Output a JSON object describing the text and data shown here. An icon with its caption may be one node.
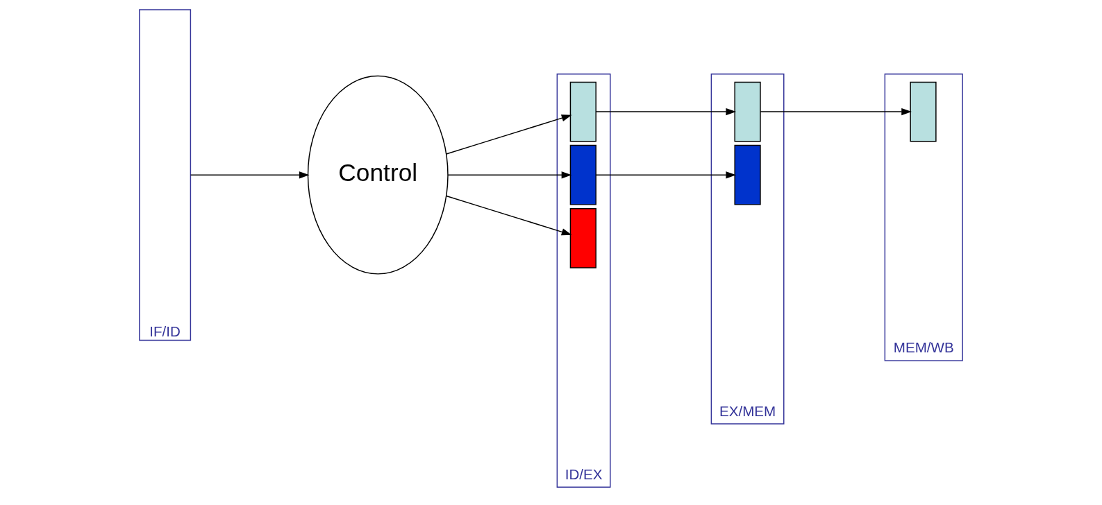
{
  "diagram": {
    "nodes": [
      {
        "text": [
          "IF/ID"
        ]
      },
      {
        "text": [
          "Control"
        ]
      },
      {
        "text": [
          "ID/EX"
        ]
      },
      {
        "text": [],
        "shape": "bar",
        "in": 2
      },
      {
        "text": [],
        "shape": "bar",
        "in": 2
      },
      {
        "text": [],
        "shape": "bar",
        "in": 2
      },
      {
        "text": [
          "EX/MEM"
        ]
      },
      {
        "text": [],
        "shape": "bar",
        "in": 6
      },
      {
        "text": [],
        "shape": "bar",
        "in": 6
      },
      {
        "text": [
          "MEM/WB"
        ]
      },
      {
        "text": [],
        "shape": "bar",
        "in": 9
      }
    ],
    "edges": [
      {
        "from": 0,
        "to": 1,
        "arrow": "to"
      },
      {
        "from": 1,
        "to": 3,
        "arrow": "to"
      },
      {
        "from": 1,
        "to": 4,
        "arrow": "to"
      },
      {
        "from": 1,
        "to": 5,
        "arrow": "to"
      },
      {
        "from": 3,
        "to": 7,
        "arrow": "to"
      },
      {
        "from": 4,
        "to": 8,
        "arrow": "to"
      },
      {
        "from": 7,
        "to": 10,
        "arrow": "to"
      }
    ]
  }
}
